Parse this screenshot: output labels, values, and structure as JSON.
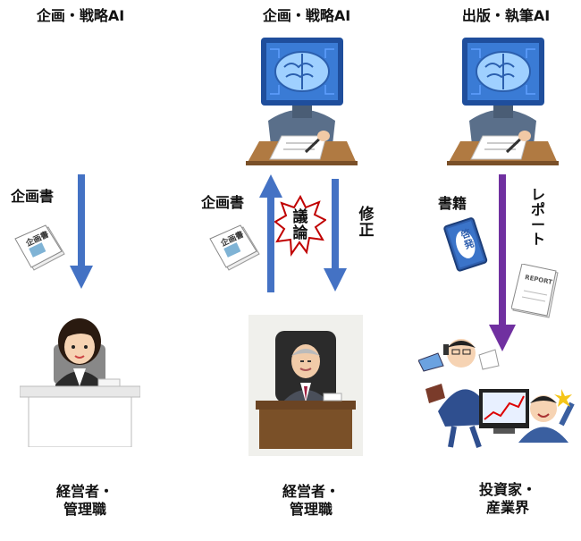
{
  "columns": [
    {
      "header": "企画・戦略AI",
      "document_label": "企画書",
      "document_cover_text": "企画書",
      "bottom_label_line1": "経営者・",
      "bottom_label_line2": "管理職"
    },
    {
      "header": "企画・戦略AI",
      "document_label": "企画書",
      "document_cover_text": "企画書",
      "discussion_label": "議論",
      "revision_label": "修正",
      "bottom_label_line1": "経営者・",
      "bottom_label_line2": "管理職"
    },
    {
      "header": "出版・執筆AI",
      "book_label": "書籍",
      "book_cover_text": "啓発",
      "report_label": "レポート",
      "report_cover_text": "REPORT",
      "bottom_label_line1": "投資家・",
      "bottom_label_line2": "産業界"
    }
  ],
  "colors": {
    "arrow_blue": "#4472c4",
    "arrow_purple": "#7030a0",
    "burst_red": "#c00000",
    "ai_screen": "#3a7bd5",
    "ai_frame": "#1f4e9c",
    "desk_wood": "#a0703c"
  },
  "icons": [
    "ai-brain-writer-icon",
    "document-icon",
    "manager-icon",
    "executive-icon",
    "book-icon",
    "report-icon",
    "investor-icon"
  ]
}
